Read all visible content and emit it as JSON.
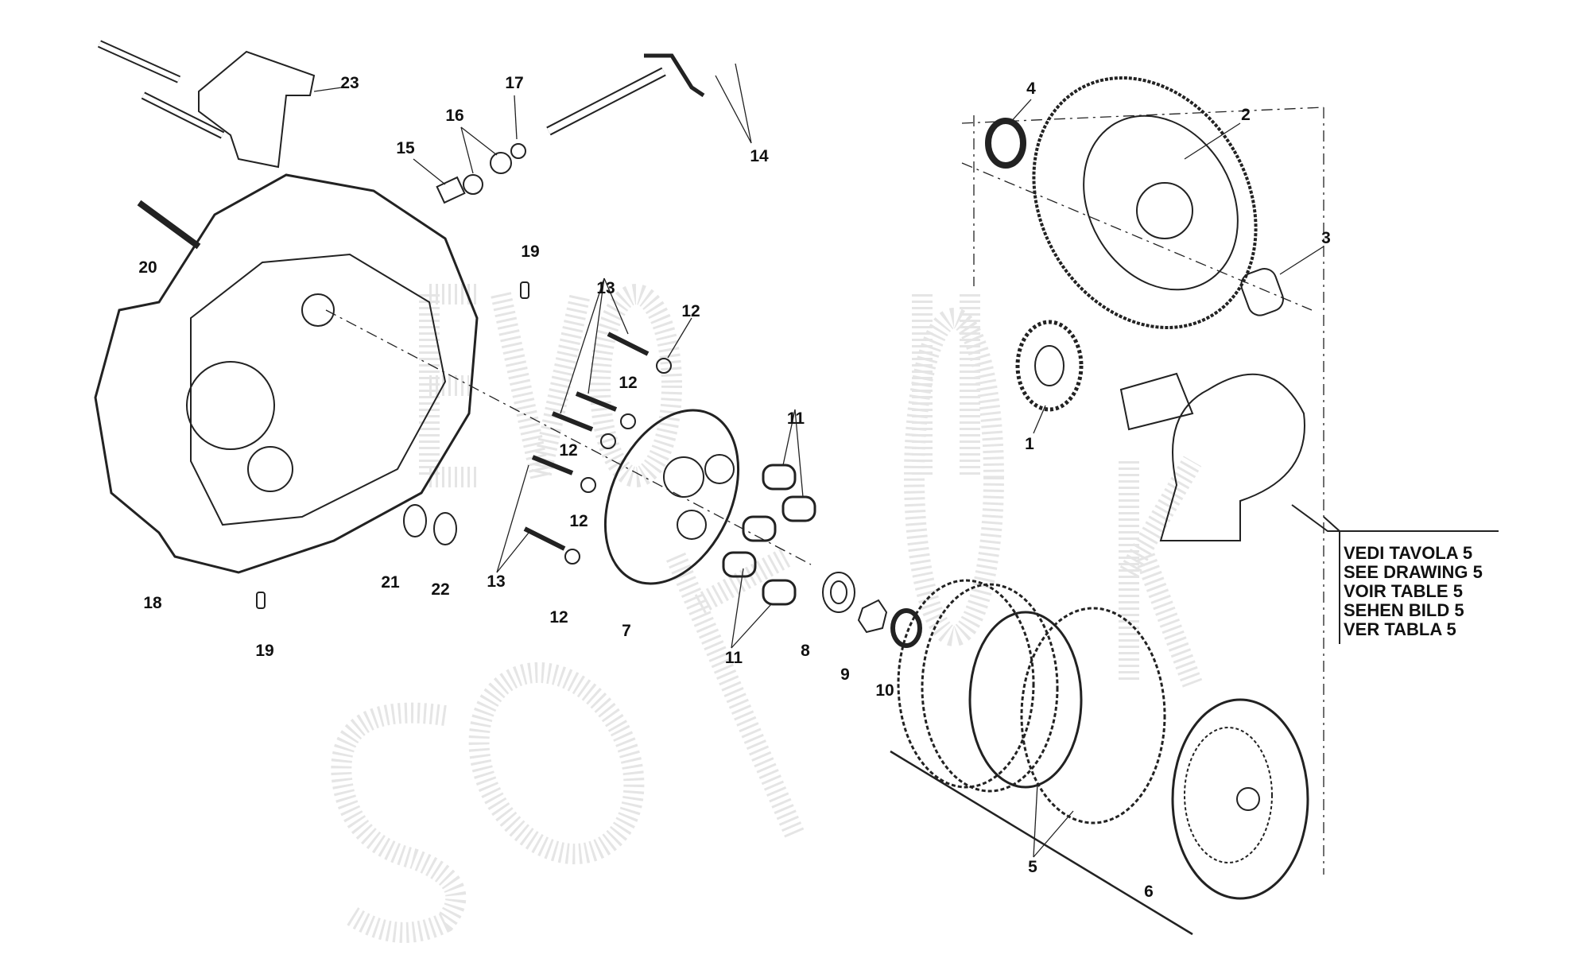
{
  "watermark": [
    "EVOLUTION BIKE",
    "SOFTWARE"
  ],
  "callouts": [
    {
      "id": "23",
      "text": "23"
    },
    {
      "id": "17",
      "text": "17"
    },
    {
      "id": "16",
      "text": "16"
    },
    {
      "id": "15",
      "text": "15"
    },
    {
      "id": "14",
      "text": "14"
    },
    {
      "id": "4",
      "text": "4"
    },
    {
      "id": "2",
      "text": "2"
    },
    {
      "id": "3",
      "text": "3"
    },
    {
      "id": "20",
      "text": "20"
    },
    {
      "id": "19a",
      "text": "19"
    },
    {
      "id": "13a",
      "text": "13"
    },
    {
      "id": "12a",
      "text": "12"
    },
    {
      "id": "12b",
      "text": "12"
    },
    {
      "id": "11a",
      "text": "11"
    },
    {
      "id": "12c",
      "text": "12"
    },
    {
      "id": "1",
      "text": "1"
    },
    {
      "id": "13b",
      "text": "13"
    },
    {
      "id": "12d",
      "text": "12"
    },
    {
      "id": "18",
      "text": "18"
    },
    {
      "id": "21",
      "text": "21"
    },
    {
      "id": "22",
      "text": "22"
    },
    {
      "id": "12e",
      "text": "12"
    },
    {
      "id": "7",
      "text": "7"
    },
    {
      "id": "11b",
      "text": "11"
    },
    {
      "id": "8",
      "text": "8"
    },
    {
      "id": "9",
      "text": "9"
    },
    {
      "id": "10",
      "text": "10"
    },
    {
      "id": "19b",
      "text": "19"
    },
    {
      "id": "5",
      "text": "5"
    },
    {
      "id": "6",
      "text": "6"
    }
  ],
  "reference_note": [
    "VEDI TAVOLA 5",
    "SEE DRAWING 5",
    "VOIR TABLE 5",
    "SEHEN BILD 5",
    "VER TABLA 5"
  ]
}
